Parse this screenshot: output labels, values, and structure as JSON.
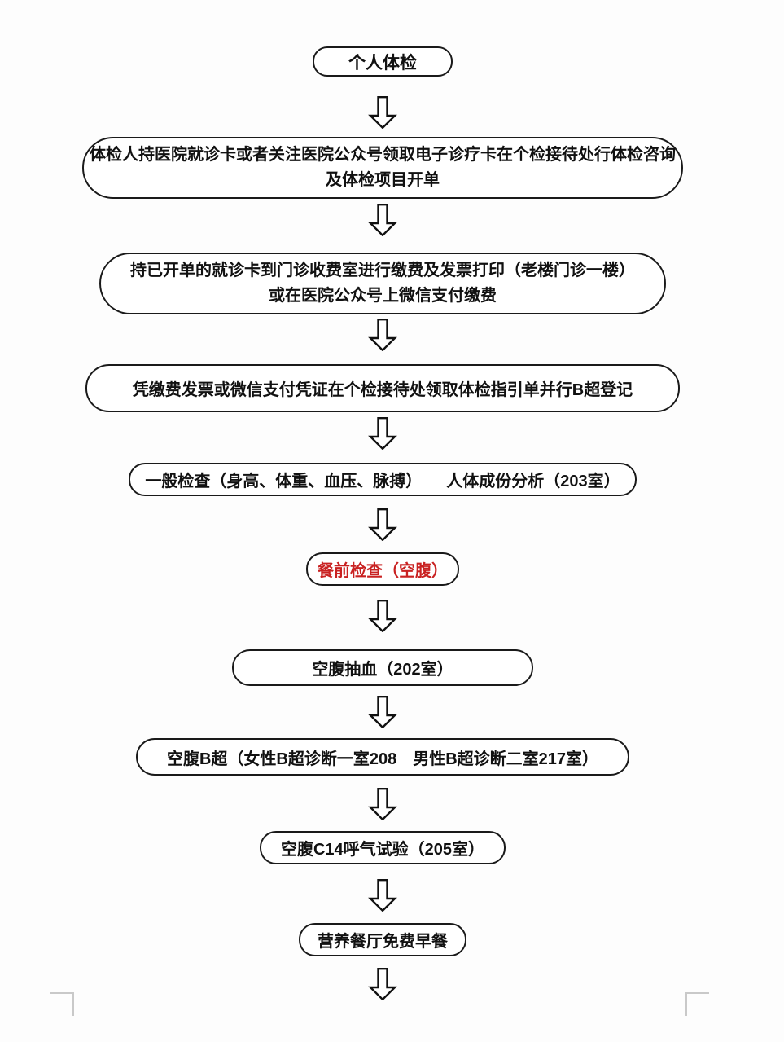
{
  "page": {
    "background_color": "#fdfdfd",
    "corner_mark_color": "#c9c9c9"
  },
  "colors": {
    "box_border": "#1a1a1a",
    "box_fill": "#ffffff",
    "text_normal": "#111111",
    "text_highlight": "#c92222"
  },
  "flowchart": {
    "type": "vertical-flow",
    "arrow_style": "hollow-block-down-arrow",
    "nodes": [
      {
        "lines": [
          "个人体检"
        ]
      },
      {
        "lines": [
          "体检人持医院就诊卡或者关注医院公众号领取电子诊疗卡在个检接待处行体检咨询",
          "及体检项目开单"
        ]
      },
      {
        "lines": [
          "持已开单的就诊卡到门诊收费室进行缴费及发票打印（老楼门诊一楼）",
          "或在医院公众号上微信支付缴费"
        ]
      },
      {
        "lines": [
          "凭缴费发票或微信支付凭证在个检接待处领取体检指引单并行B超登记"
        ]
      },
      {
        "lines": [
          "一般检查（身高、体重、血压、脉搏）　　人体成份分析（203室）"
        ]
      },
      {
        "lines": [
          "餐前检查（空腹）"
        ],
        "highlight": "red"
      },
      {
        "lines": [
          "空腹抽血（202室）"
        ]
      },
      {
        "lines": [
          "空腹B超（女性B超诊断一室208　男性B超诊断二室217室）"
        ]
      },
      {
        "lines": [
          "空腹C14呼气试验（205室）"
        ]
      },
      {
        "lines": [
          "营养餐厅免费早餐"
        ]
      }
    ]
  }
}
